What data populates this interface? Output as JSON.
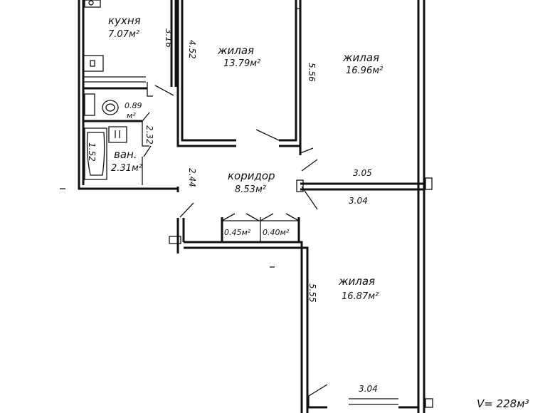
{
  "rooms": {
    "kitchen": {
      "name": "кухня",
      "area": "7.07м²"
    },
    "living1": {
      "name": "жилая",
      "area": "13.79м²"
    },
    "living2": {
      "name": "жилая",
      "area": "16.96м²"
    },
    "living3": {
      "name": "жилая",
      "area": "16.87м²"
    },
    "corridor": {
      "name": "коридор",
      "area": "8.53м²"
    },
    "bath": {
      "name": "ван.",
      "area": "2.31м²"
    },
    "wc": {
      "area": "0.89",
      "unit": "м²"
    },
    "closet1": {
      "area": "0.45м²"
    },
    "closet2": {
      "area": "0.40м²"
    }
  },
  "dimensions": {
    "d316": "3.16",
    "d452": "4.52",
    "d556": "5.56",
    "d305": "3.05",
    "d304a": "3.04",
    "d304b": "3.04",
    "d555": "5.55",
    "d244": "2.44",
    "d232": "2.32",
    "d152": "1.52"
  },
  "volume": "V= 228м³"
}
